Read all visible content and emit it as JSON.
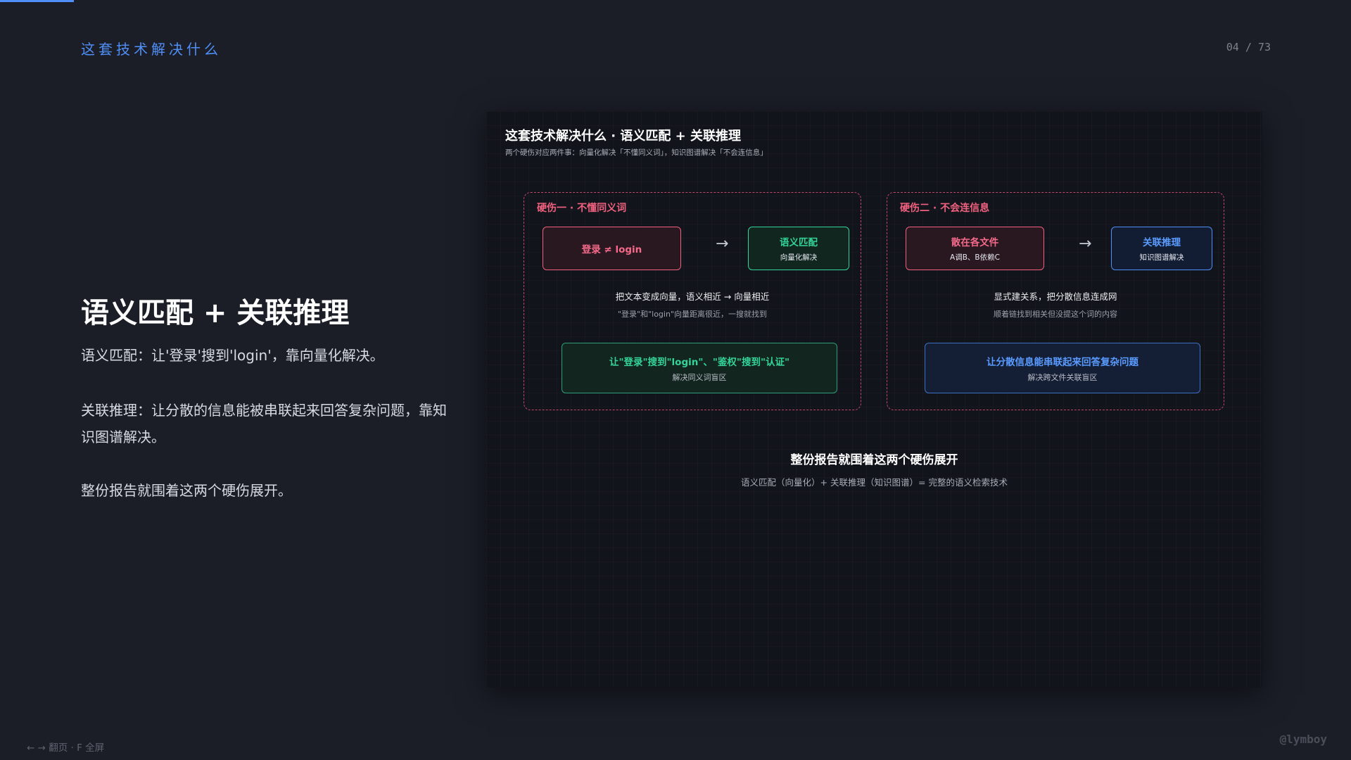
{
  "section_title": "这套技术解决什么",
  "page_number": "04 / 73",
  "headline": "语义匹配 + 关联推理",
  "paragraphs": [
    "语义匹配：让'登录'搜到'login'，靠向量化解决。",
    "关联推理：让分散的信息能被串联起来回答复杂问题，靠知识图谱解决。",
    "整份报告就围着这两个硬伤展开。"
  ],
  "diagram": {
    "title": "这套技术解决什么 · 语义匹配 + 关联推理",
    "subtitle": "两个硬伤对应两件事：向量化解决「不懂同义词」，知识图谱解决「不会连信息」",
    "panels": [
      {
        "label": "硬伤一 · 不懂同义词",
        "from_box": {
          "title": "登录 ≠ login",
          "sub": ""
        },
        "arrow": "→",
        "to_box": {
          "title": "语义匹配",
          "sub": "向量化解决"
        },
        "desc": "把文本变成向量，语义相近 → 向量相近",
        "note": "\"登录\"和\"login\"向量距离很近，一搜就找到",
        "callout": {
          "title": "让\"登录\"搜到\"login\"、\"鉴权\"搜到\"认证\"",
          "sub": "解决同义词盲区"
        }
      },
      {
        "label": "硬伤二 · 不会连信息",
        "from_box": {
          "title": "散在各文件",
          "sub": "A调B、B依赖C"
        },
        "arrow": "→",
        "to_box": {
          "title": "关联推理",
          "sub": "知识图谱解决"
        },
        "desc": "显式建关系，把分散信息连成网",
        "note": "顺着链找到相关但没提这个词的内容",
        "callout": {
          "title": "让分散信息能串联起来回答复杂问题",
          "sub": "解决跨文件关联盲区"
        }
      }
    ],
    "summary_title": "整份报告就围着这两个硬伤展开",
    "summary_sub": "语义匹配（向量化）+ 关联推理（知识图谱）= 完整的语义检索技术"
  },
  "footer": {
    "hint": "← → 翻页 · F 全屏",
    "brand": "@lymboy"
  },
  "colors": {
    "accent_blue": "#4f8ff7",
    "pink": "#f0607f",
    "green": "#34d399",
    "background": "#1b1e27"
  }
}
